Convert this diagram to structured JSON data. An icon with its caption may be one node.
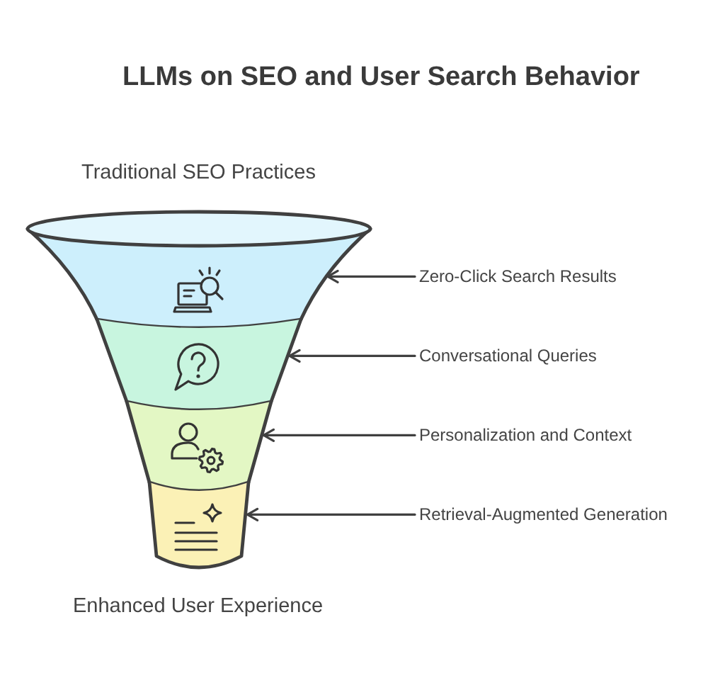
{
  "diagram": {
    "title": "LLMs on SEO and User Search Behavior",
    "nodes": [
      {
        "text": [],
        "shape": "trapezoid"
      },
      {
        "text": [
          "Zero-Click Search Results"
        ]
      },
      {
        "text": [],
        "shape": "trapezoid"
      },
      {
        "text": [
          "Conversational Queries"
        ]
      },
      {
        "text": [],
        "shape": "trapezoid"
      },
      {
        "text": [
          "Personalization and Context"
        ]
      },
      {
        "text": [],
        "shape": "trapezoid"
      },
      {
        "text": [
          "Retrieval-Augmented Generation"
        ]
      }
    ],
    "edges": [
      {
        "from": 1,
        "to": 0,
        "arrow": "to"
      },
      {
        "from": 3,
        "to": 2,
        "arrow": "to"
      },
      {
        "from": 5,
        "to": 4,
        "arrow": "to"
      },
      {
        "from": 7,
        "to": 6,
        "arrow": "to"
      }
    ],
    "labels": [
      "Traditional SEO Practices",
      "Enhanced User Experience"
    ]
  }
}
